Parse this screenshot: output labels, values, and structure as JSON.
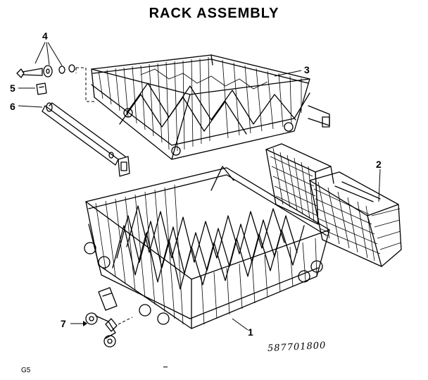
{
  "title": "RACK ASSEMBLY",
  "callouts": [
    {
      "num": "1",
      "part": "lower rack"
    },
    {
      "num": "2",
      "part": "silverware basket"
    },
    {
      "num": "3",
      "part": "upper rack"
    },
    {
      "num": "4",
      "part": "roller hardware"
    },
    {
      "num": "5",
      "part": "stop clip"
    },
    {
      "num": "6",
      "part": "rack track"
    },
    {
      "num": "7",
      "part": "roller assembly"
    }
  ],
  "part_number": "587701800",
  "page_code": "G5"
}
